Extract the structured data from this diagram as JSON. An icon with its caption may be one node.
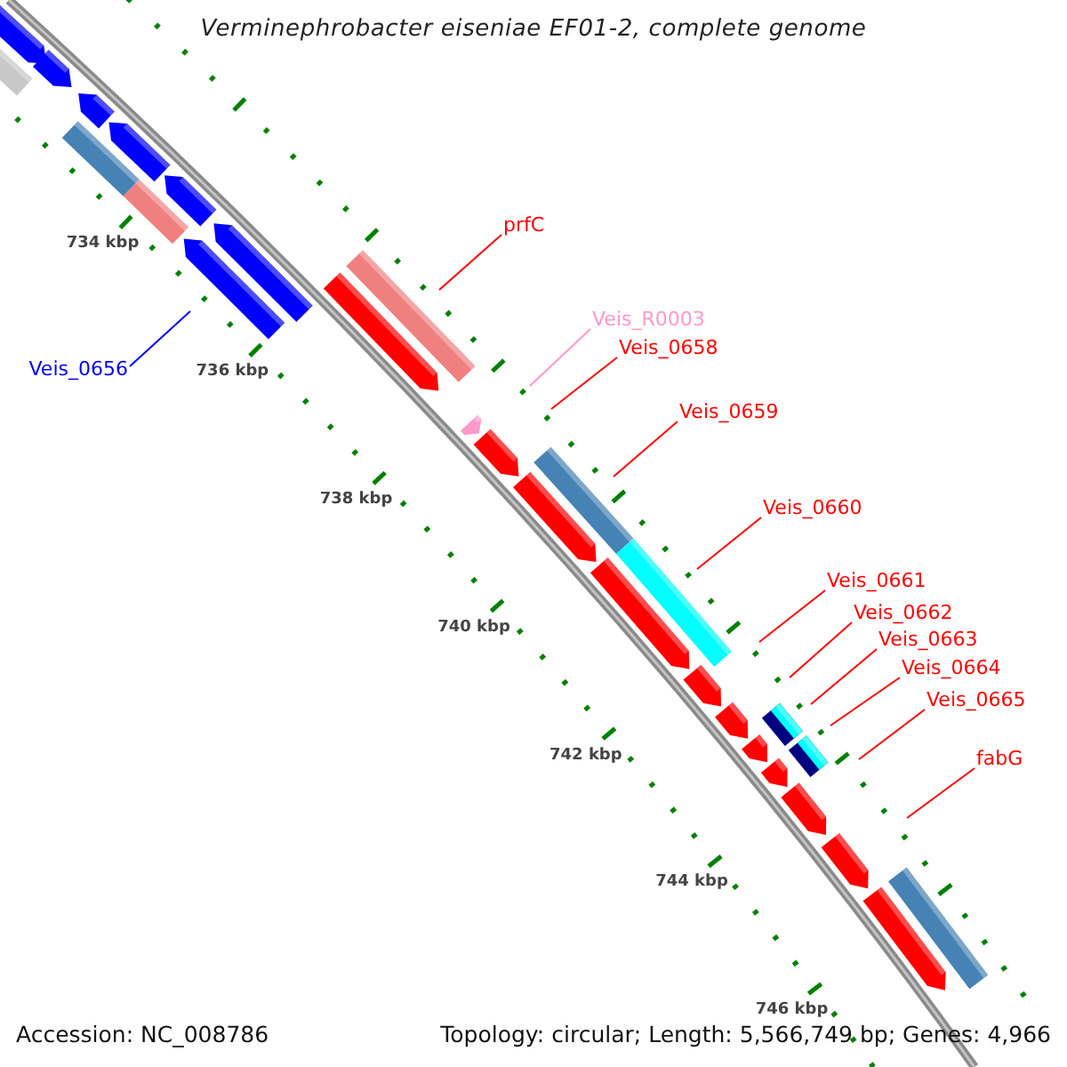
{
  "diagram": {
    "title": "Verminephrobacter eiseniae EF01-2, complete genome",
    "nodes": [
      {
        "text": [
          "prfC"
        ]
      },
      {
        "text": [
          "Veis_R0003"
        ]
      },
      {
        "text": [
          "Veis_0658"
        ]
      },
      {
        "text": [
          "Veis_0656"
        ]
      },
      {
        "text": [
          "Veis_0659"
        ]
      },
      {
        "text": [
          "Veis_0660"
        ]
      },
      {
        "text": [
          "Veis_0661"
        ]
      },
      {
        "text": [
          "Veis_0662"
        ]
      },
      {
        "text": [
          "Veis_0663"
        ]
      },
      {
        "text": [
          "Veis_0664"
        ]
      },
      {
        "text": [
          "Veis_0665"
        ]
      },
      {
        "text": [
          "fabG"
        ]
      }
    ],
    "edges": [
      {
        "from": 0,
        "to": null,
        "arrow": "none"
      },
      {
        "from": 1,
        "to": null,
        "arrow": "none",
        "color": "#ff99cc"
      },
      {
        "from": 2,
        "to": null,
        "arrow": "none"
      },
      {
        "from": 3,
        "to": null,
        "arrow": "none",
        "color": "#0000ff"
      },
      {
        "from": 4,
        "to": null,
        "arrow": "none"
      },
      {
        "from": 5,
        "to": null,
        "arrow": "none"
      },
      {
        "from": 6,
        "to": null,
        "arrow": "none"
      },
      {
        "from": 7,
        "to": null,
        "arrow": "none"
      },
      {
        "from": 8,
        "to": null,
        "arrow": "none"
      },
      {
        "from": 9,
        "to": null,
        "arrow": "none"
      },
      {
        "from": 10,
        "to": null,
        "arrow": "none"
      },
      {
        "from": 11,
        "to": null,
        "arrow": "none"
      }
    ],
    "labels": [
      "734 kbp",
      "736 kbp",
      "738 kbp",
      "740 kbp",
      "742 kbp",
      "744 kbp",
      "746 kbp",
      "Accession: NC_008786",
      "Topology: circular; Length: 5,566,749 bp; Genes: 4,966"
    ]
  }
}
